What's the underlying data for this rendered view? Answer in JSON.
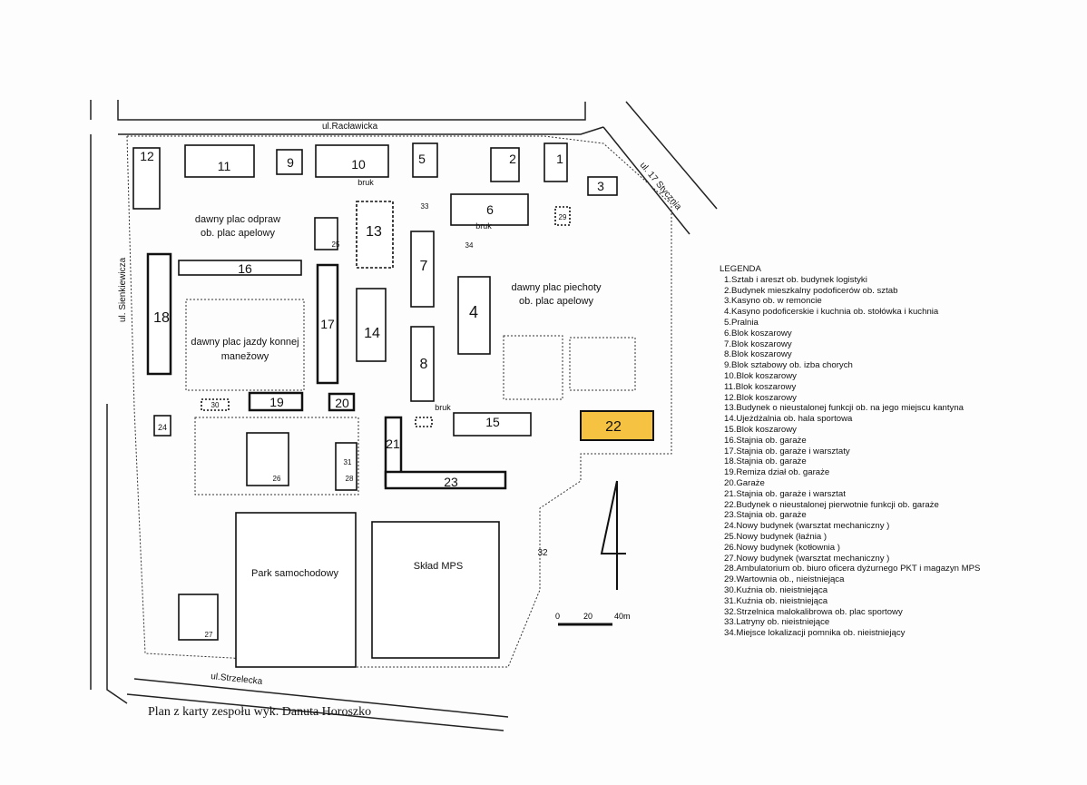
{
  "streets": {
    "raclawicka": "ul.Racławicka",
    "sienkiewicza": "ul. Sienkiewicza",
    "stycznia": "ul. 17 Stycznia",
    "strzelecka": "ul.Strzelecka"
  },
  "areas": {
    "plac_odpraw_1": "dawny plac odpraw",
    "plac_odpraw_2": "ob. plac apelowy",
    "plac_piechoty_1": "dawny plac piechoty",
    "plac_piechoty_2": "ob. plac apelowy",
    "plac_jazdy_1": "dawny plac jazdy konnej",
    "plac_jazdy_2": "manežowy",
    "park": "Park samochodowy",
    "sklad": "Skład MPS",
    "bruk": "bruk"
  },
  "buildings": [
    "1",
    "2",
    "3",
    "4",
    "5",
    "6",
    "7",
    "8",
    "9",
    "10",
    "11",
    "12",
    "13",
    "14",
    "15",
    "16",
    "17",
    "18",
    "19",
    "20",
    "21",
    "22",
    "23",
    "24",
    "25",
    "26",
    "27",
    "28",
    "29",
    "30",
    "31",
    "32",
    "33",
    "34"
  ],
  "highlight_color": "#f5c242",
  "scale": {
    "labels": [
      "0",
      "20",
      "40m"
    ]
  },
  "legend": {
    "title": "LEGENDA",
    "items": [
      "1.Sztab i areszt ob. budynek logistyki",
      "2.Budynek mieszkalny podoficerów ob. sztab",
      "3.Kasyno ob. w remoncie",
      "4.Kasyno podoficerskie i kuchnia ob. stołówka i kuchnia",
      "5.Pralnia",
      "6.Blok koszarowy",
      "7.Blok koszarowy",
      "8.Blok koszarowy",
      "9.Blok sztabowy ob. izba chorych",
      "10.Blok koszarowy",
      "11.Blok koszarowy",
      "12.Blok koszarowy",
      "13.Budynek o nieustalonej funkcji ob. na jego miejscu kantyna",
      "14.Ujeżdżalnia ob. hala sportowa",
      "15.Blok koszarowy",
      "16.Stajnia ob. garaże",
      "17.Stajnia ob. garaże i warsztaty",
      "18.Stajnia ob. garaże",
      "19.Remiza dział ob. garaże",
      "20.Garaże",
      "21.Stajnia ob. garaże i warsztat",
      "22.Budynek o nieustalonej pierwotnie funkcji ob. garaże",
      "23.Stajnia ob. garaże",
      "24.Nowy budynek (warsztat mechaniczny )",
      "25.Nowy budynek (łaźnia )",
      "26.Nowy budynek (kotłownia )",
      "27.Nowy budynek (warsztat mechaniczny )",
      "28.Ambulatorium ob. biuro oficera dyżurnego PKT i magazyn MPS",
      "29.Wartownia ob., nieistniejąca",
      "30.Kuźnia ob. nieistniejąca",
      "31.Kuźnia ob. nieistniejąca",
      "32.Strzelnica malokalibrowa ob. plac sportowy",
      "33.Latryny ob. nieistniejące",
      "34.Miejsce lokalizacji pomnika ob. nieistniejący"
    ]
  },
  "caption": "Plan z karty zespołu wyk. Danuta Horoszko"
}
